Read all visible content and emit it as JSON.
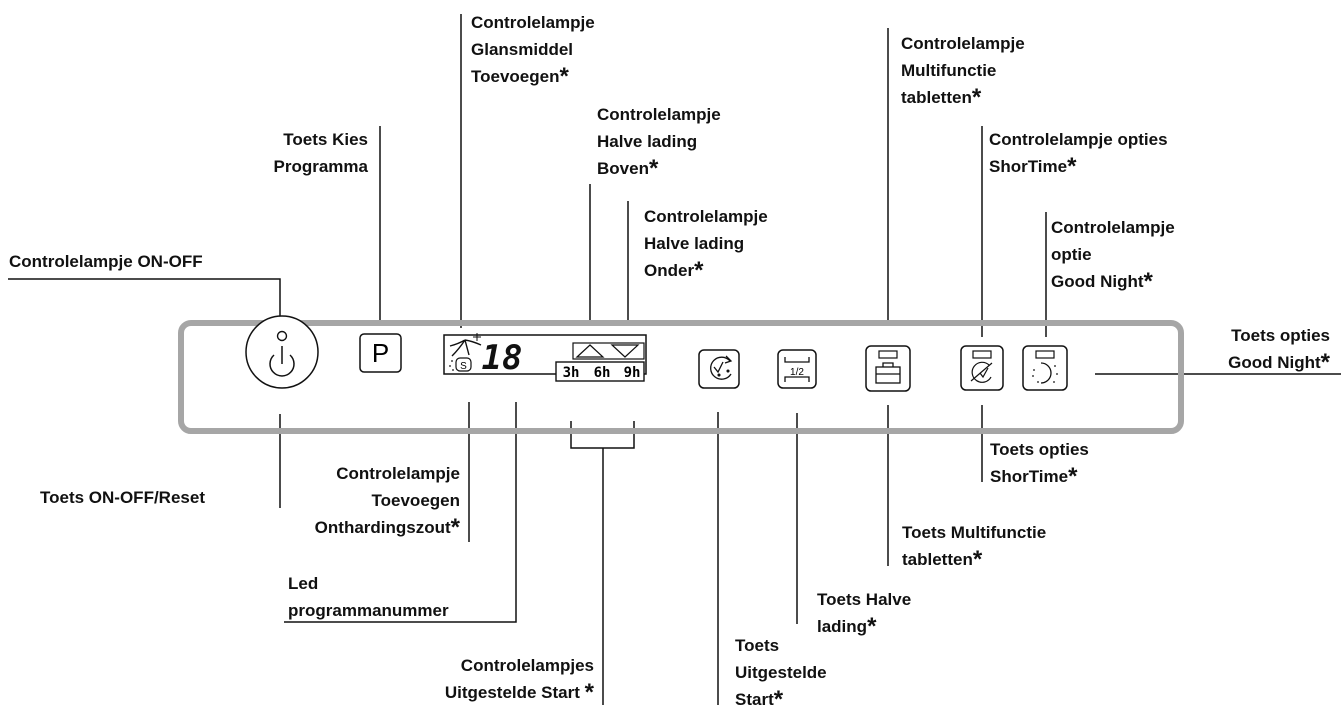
{
  "star": "*",
  "labels": {
    "glansmiddel": [
      "Controlelampje",
      "Glansmiddel",
      "Toevoegen"
    ],
    "kies_programma": [
      "Toets Kies",
      "Programma"
    ],
    "halve_boven": [
      "Controlelampje",
      "Halve lading",
      "Boven"
    ],
    "halve_onder": [
      "Controlelampje",
      "Halve lading",
      "Onder"
    ],
    "multi_lamp": [
      "Controlelampje",
      "Multifunctie",
      "tabletten"
    ],
    "shortime_lamp": [
      "Controlelampje opties",
      "ShorTime"
    ],
    "goodnight_lamp": [
      "Controlelampje",
      "optie",
      "Good Night"
    ],
    "on_off_lamp": [
      "Controlelampje ON-OFF"
    ],
    "goodnight_key": [
      "Toets opties",
      "Good Night"
    ],
    "on_off_key": [
      "Toets ON-OFF/Reset"
    ],
    "zout": [
      "Controlelampje",
      "Toevoegen",
      "Onthardingszout"
    ],
    "shortime_key": [
      "Toets opties",
      "ShorTime"
    ],
    "multi_key": [
      "Toets Multifunctie",
      "tabletten"
    ],
    "led": [
      "Led",
      "programmanummer"
    ],
    "halve_key": [
      "Toets Halve",
      "lading"
    ],
    "uitgestelde_lamps": [
      "Controlelampjes",
      "Uitgestelde Start"
    ],
    "uitgestelde_key": [
      "Toets",
      "Uitgestelde",
      "Start"
    ]
  },
  "panel": {
    "program_key": "P",
    "display_digits": "18",
    "salt_symbol": "S",
    "timer_values": [
      "3h",
      "6h",
      "9h"
    ],
    "half_load_symbol": "1/2"
  },
  "colors": {
    "panel_border": "#a6a6a6",
    "line": "#111111"
  }
}
